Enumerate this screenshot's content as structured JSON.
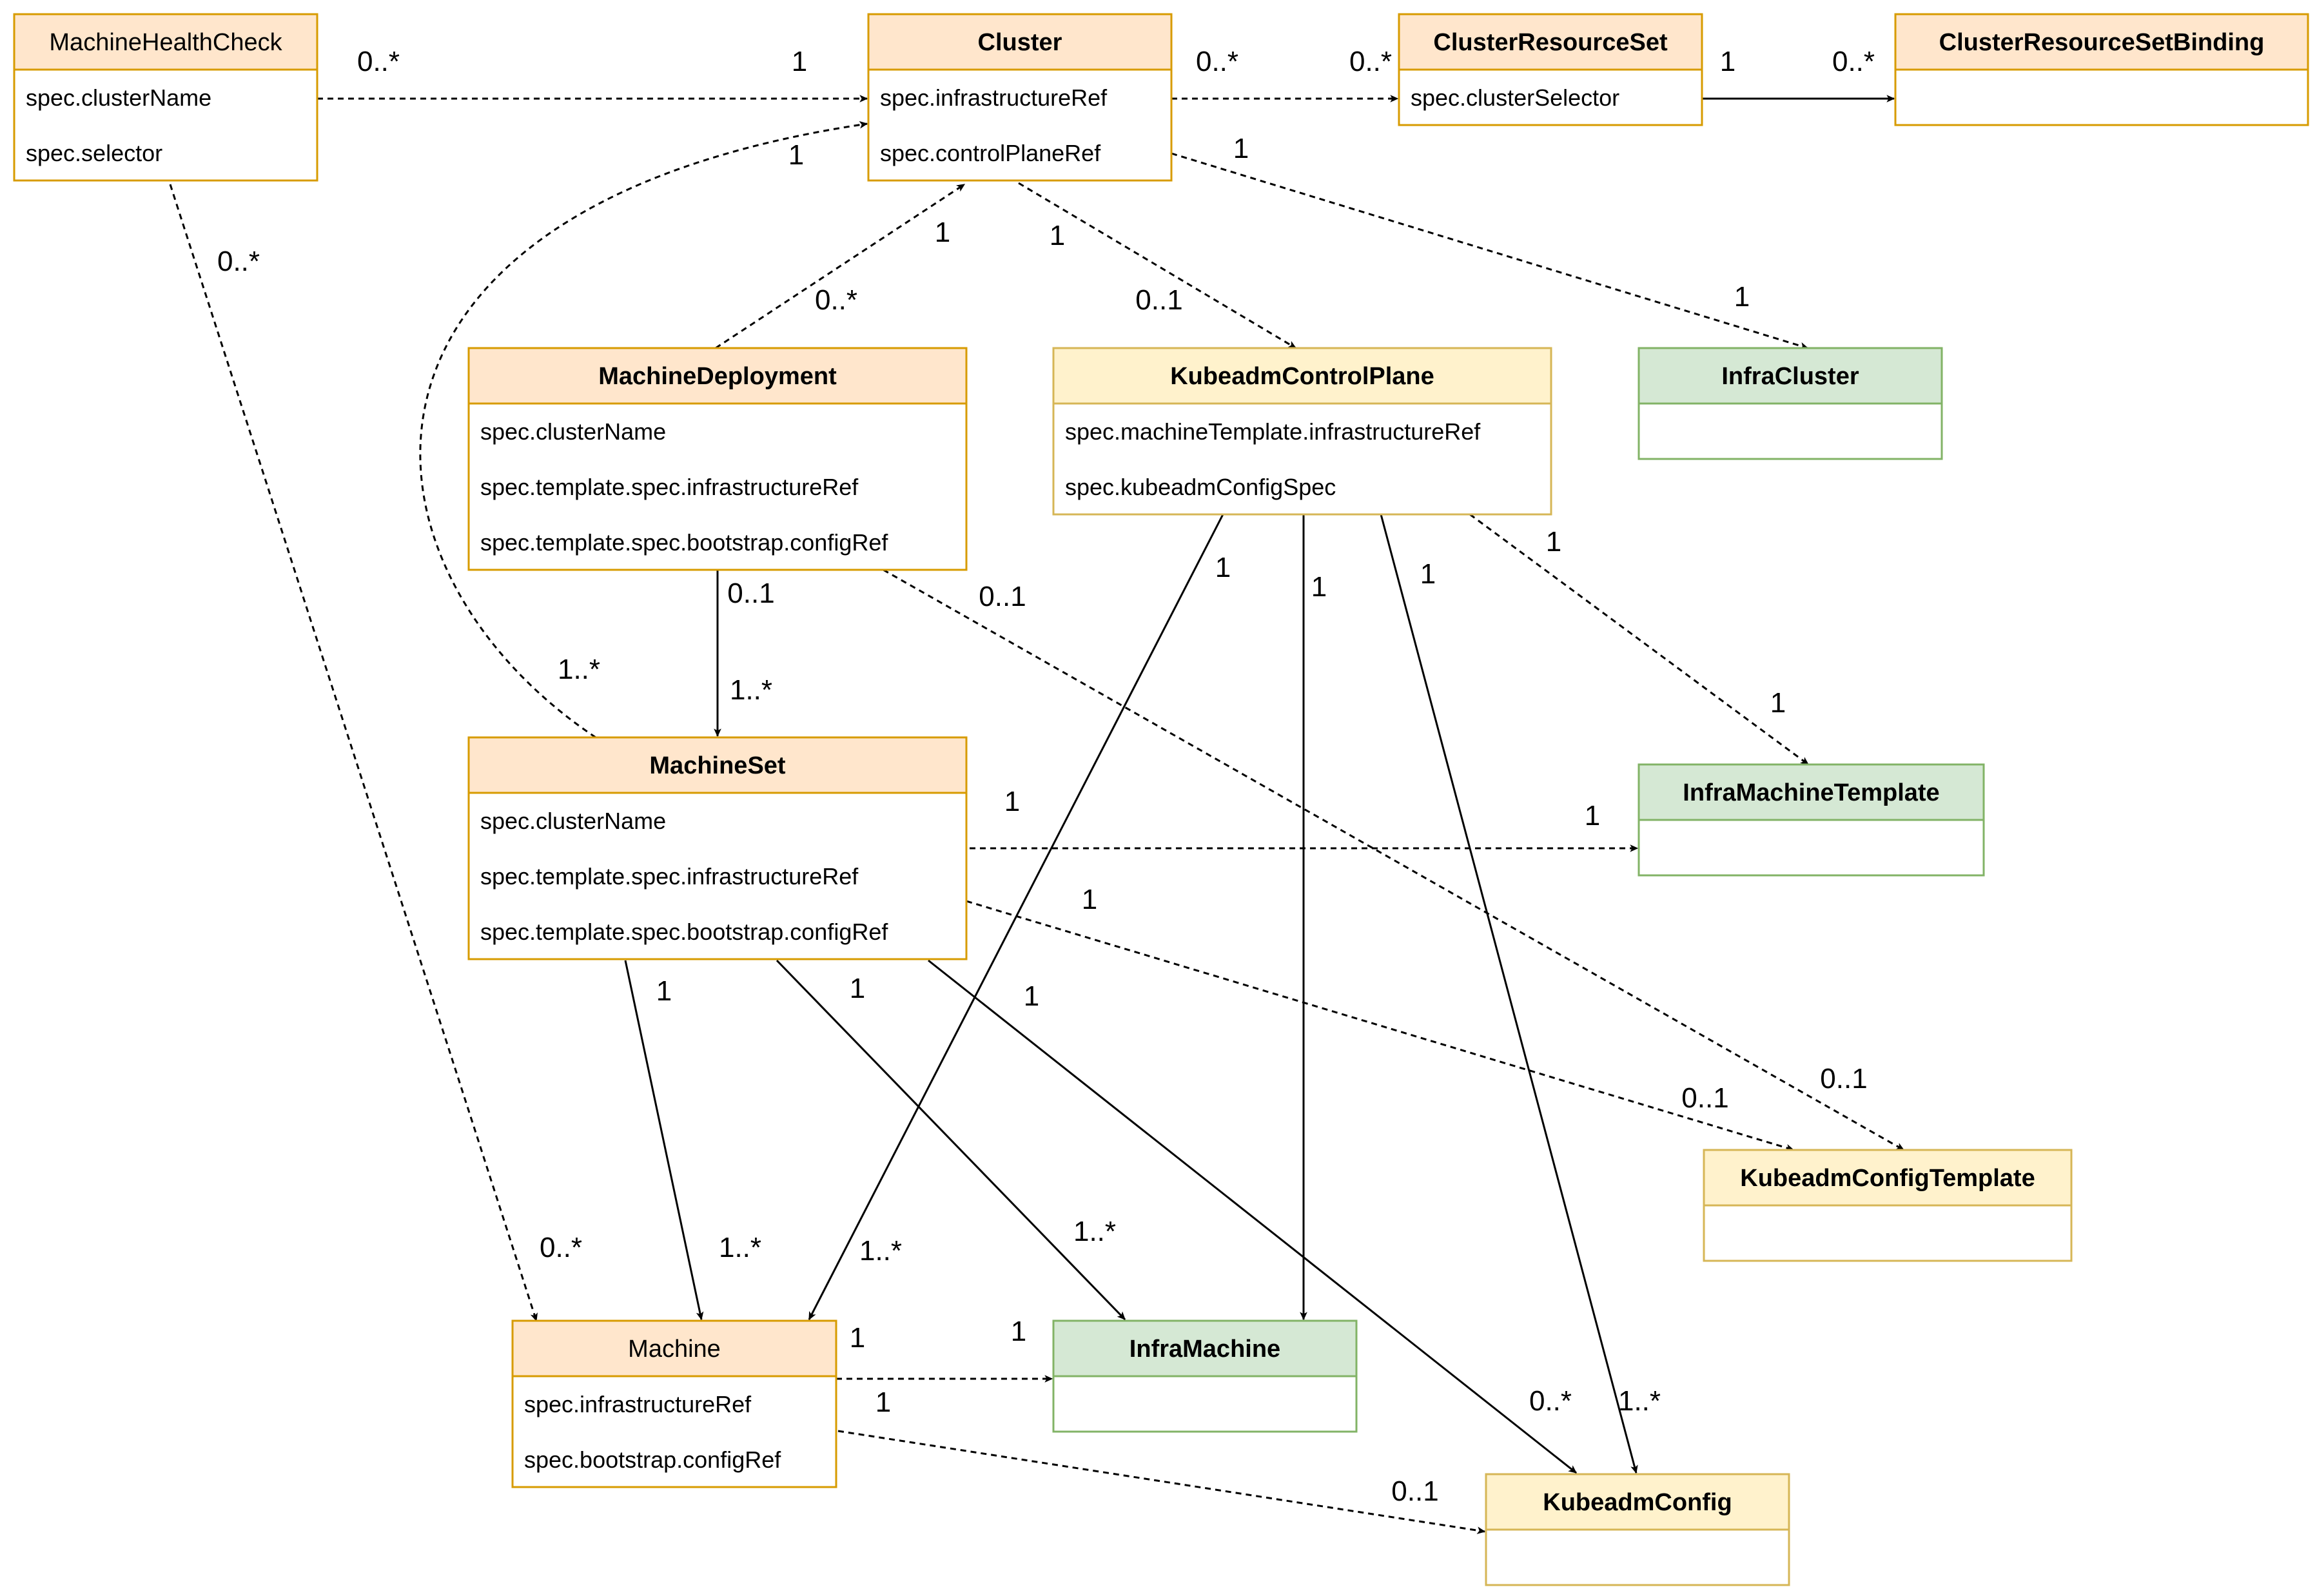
{
  "colors": {
    "cluster_api_fill": "#ffe6cc",
    "cluster_api_stroke": "#d79b00",
    "kubeadm_fill": "#fff2cc",
    "kubeadm_stroke": "#d6b656",
    "infra_fill": "#d5e8d4",
    "infra_stroke": "#82b366"
  },
  "boxes": {
    "machinehealthcheck": {
      "title": "MachineHealthCheck",
      "fields": [
        "spec.clusterName",
        "spec.selector"
      ]
    },
    "cluster": {
      "title": "Cluster",
      "fields": [
        "spec.infrastructureRef",
        "spec.controlPlaneRef"
      ]
    },
    "clusterresourceset": {
      "title": "ClusterResourceSet",
      "fields": [
        "spec.clusterSelector"
      ]
    },
    "clusterresourcesetbinding": {
      "title": "ClusterResourceSetBinding",
      "fields": []
    },
    "machinedeployment": {
      "title": "MachineDeployment",
      "fields": [
        "spec.clusterName",
        "spec.template.spec.infrastructureRef",
        "spec.template.spec.bootstrap.configRef"
      ]
    },
    "kubeadmcontrolplane": {
      "title": "KubeadmControlPlane",
      "fields": [
        "spec.machineTemplate.infrastructureRef",
        "spec.kubeadmConfigSpec"
      ]
    },
    "infracluster": {
      "title": "InfraCluster",
      "fields": []
    },
    "machineset": {
      "title": "MachineSet",
      "fields": [
        "spec.clusterName",
        "spec.template.spec.infrastructureRef",
        "spec.template.spec.bootstrap.configRef"
      ]
    },
    "inframachinetemplate": {
      "title": "InfraMachineTemplate",
      "fields": []
    },
    "kubeadmconfigtemplate": {
      "title": "KubeadmConfigTemplate",
      "fields": []
    },
    "machine": {
      "title": "Machine",
      "fields": [
        "spec.infrastructureRef",
        "spec.bootstrap.configRef"
      ]
    },
    "inframachine": {
      "title": "InfraMachine",
      "fields": []
    },
    "kubeadmconfig": {
      "title": "KubeadmConfig",
      "fields": []
    }
  },
  "edges": [
    {
      "from": "machinehealthcheck",
      "to": "cluster",
      "style": "dashed",
      "source_label": "0..*",
      "target_label": "1"
    },
    {
      "from": "cluster",
      "to": "clusterresourceset",
      "style": "dashed",
      "source_label": "0..*",
      "target_label": "0..*"
    },
    {
      "from": "clusterresourceset",
      "to": "clusterresourcesetbinding",
      "style": "solid",
      "source_label": "1",
      "target_label": "0..*"
    },
    {
      "from": "cluster",
      "to": "infracluster",
      "style": "dashed",
      "source_label": "1",
      "target_label": "1"
    },
    {
      "from": "cluster",
      "to": "kubeadmcontrolplane",
      "style": "dashed",
      "source_label": "1",
      "target_label": "0..1"
    },
    {
      "from": "machinedeployment",
      "to": "cluster",
      "style": "dashed",
      "source_label": "0..*",
      "target_label": "1"
    },
    {
      "from": "machineset",
      "to": "cluster",
      "style": "dashed",
      "source_label": "1..*",
      "target_label": "1"
    },
    {
      "from": "machinehealthcheck",
      "to": "machine",
      "style": "dashed",
      "source_label": "0..*",
      "target_label": "0..*"
    },
    {
      "from": "machinedeployment",
      "to": "machineset",
      "style": "solid",
      "source_label": "0..1",
      "target_label": "1..*"
    },
    {
      "from": "machinedeployment",
      "to": "kubeadmconfigtemplate",
      "style": "dashed",
      "source_label": "0..1",
      "target_label": "0..1"
    },
    {
      "from": "kubeadmcontrolplane",
      "to": "inframachinetemplate",
      "style": "dashed",
      "source_label": "1",
      "target_label": "1"
    },
    {
      "from": "kubeadmcontrolplane",
      "to": "machine",
      "style": "solid",
      "source_label": "1",
      "target_label": "1..*"
    },
    {
      "from": "kubeadmcontrolplane",
      "to": "inframachine",
      "style": "solid",
      "source_label": "1",
      "target_label": ""
    },
    {
      "from": "kubeadmcontrolplane",
      "to": "kubeadmconfig",
      "style": "solid",
      "source_label": "1",
      "target_label": "1..*"
    },
    {
      "from": "machineset",
      "to": "inframachinetemplate",
      "style": "dashed",
      "source_label": "1",
      "target_label": "1"
    },
    {
      "from": "machineset",
      "to": "kubeadmconfigtemplate",
      "style": "dashed",
      "source_label": "1",
      "target_label": "0..1"
    },
    {
      "from": "machineset",
      "to": "machine",
      "style": "solid",
      "source_label": "1",
      "target_label": "1..*"
    },
    {
      "from": "machineset",
      "to": "inframachine",
      "style": "solid",
      "source_label": "1",
      "target_label": "1..*"
    },
    {
      "from": "machineset",
      "to": "kubeadmconfig",
      "style": "solid",
      "source_label": "1",
      "target_label": "0..*"
    },
    {
      "from": "machine",
      "to": "inframachine",
      "style": "dashed",
      "source_label": "1",
      "target_label": "1"
    },
    {
      "from": "machine",
      "to": "kubeadmconfig",
      "style": "dashed",
      "source_label": "1",
      "target_label": "0..1"
    }
  ]
}
